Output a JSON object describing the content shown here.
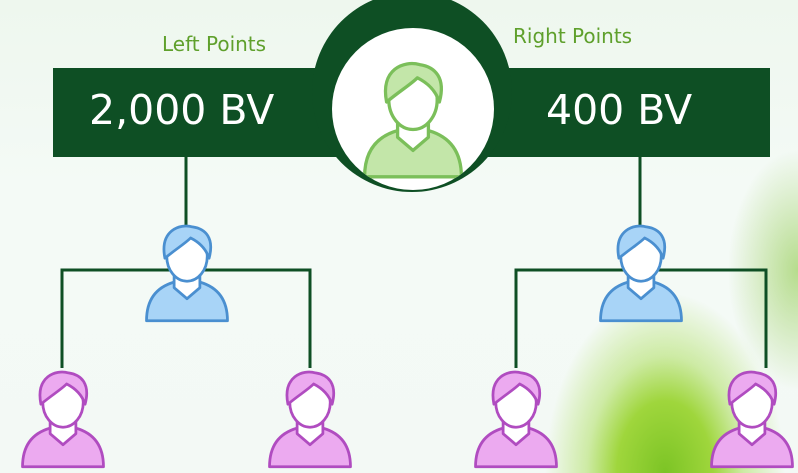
{
  "left": {
    "label": "Left Points",
    "points": "2,000 BV"
  },
  "right": {
    "label": "Right Points",
    "points": "400 BV"
  },
  "colors": {
    "bar": "#0e4f24",
    "label": "#5fa02c",
    "root_person": "#c3e6a9",
    "level1_person": "#a8d4f7",
    "level2_person": "#ecaaf0"
  },
  "icons": {
    "root": "person-icon",
    "level1": "person-icon",
    "level2": "person-icon"
  }
}
